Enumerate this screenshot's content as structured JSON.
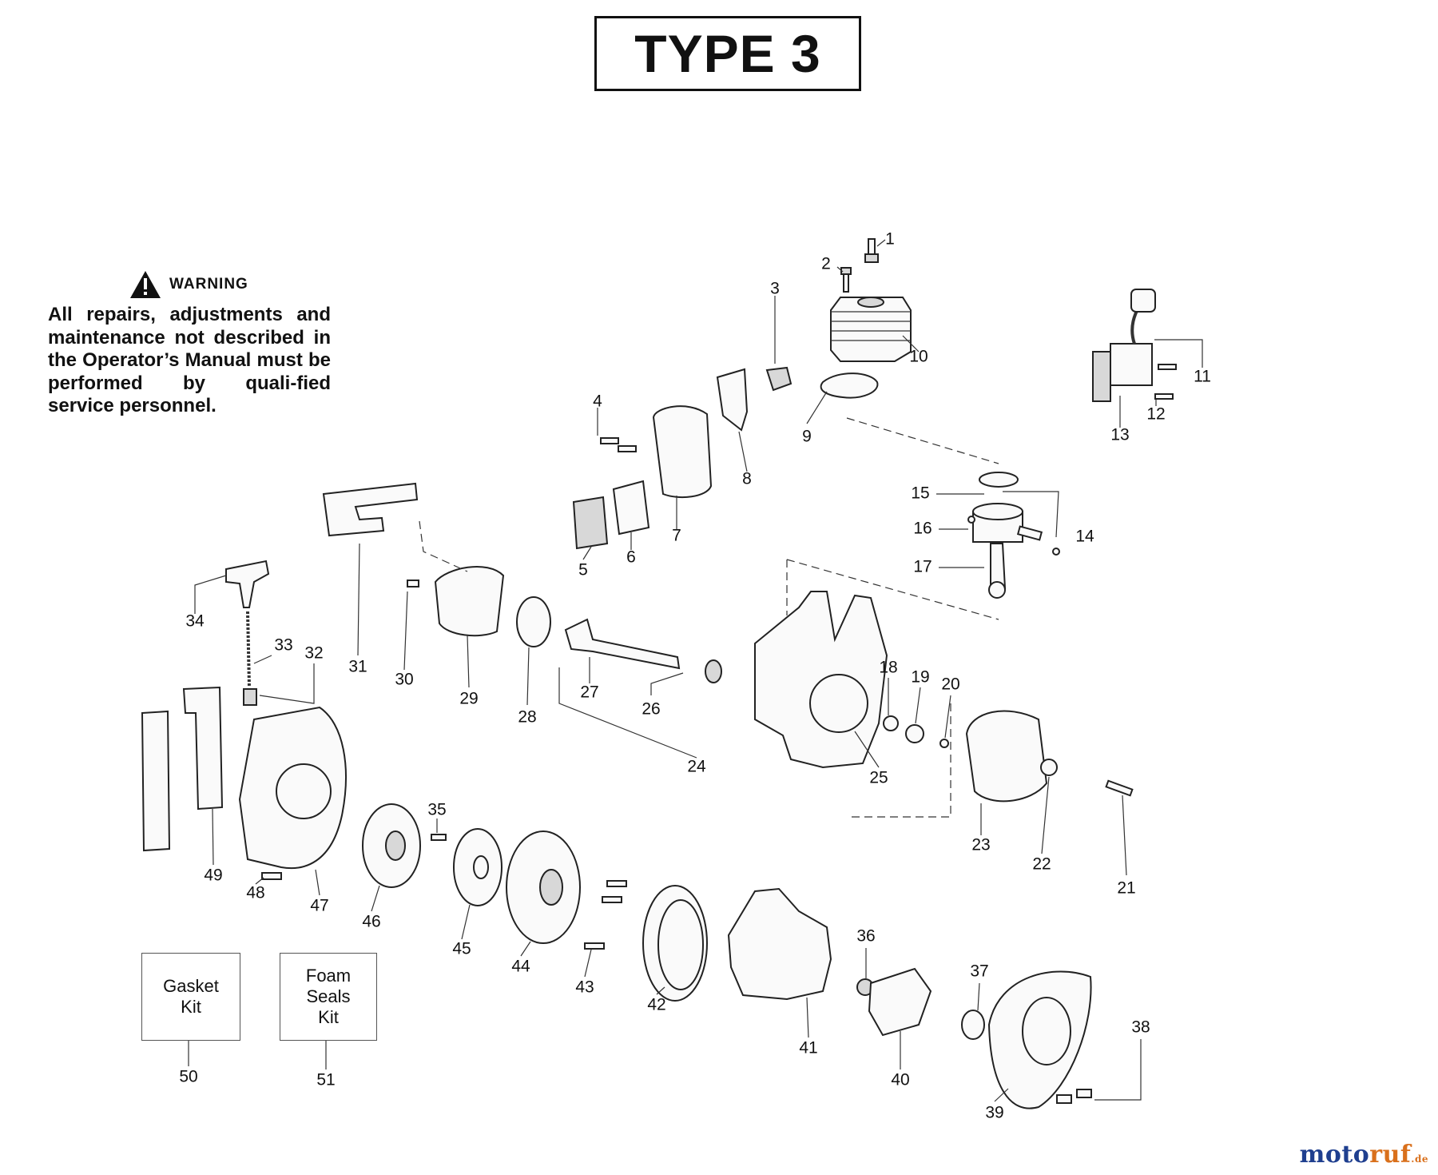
{
  "title": "TYPE 3",
  "warning": {
    "title": "WARNING",
    "icon": "warning-triangle-icon",
    "text": "All repairs, adjustments and maintenance not described in the Operator’s Manual must be performed by quali-fied  service personnel."
  },
  "kits": [
    {
      "lines": [
        "Gasket",
        "Kit"
      ],
      "number": "50"
    },
    {
      "lines": [
        "Foam",
        "Seals",
        "Kit"
      ],
      "number": "51"
    }
  ],
  "callouts": [
    "1",
    "2",
    "3",
    "4",
    "5",
    "6",
    "7",
    "8",
    "9",
    "10",
    "11",
    "12",
    "13",
    "14",
    "15",
    "16",
    "17",
    "18",
    "19",
    "20",
    "21",
    "22",
    "23",
    "24",
    "25",
    "26",
    "27",
    "28",
    "29",
    "30",
    "31",
    "32",
    "33",
    "34",
    "35",
    "36",
    "37",
    "38",
    "39",
    "40",
    "41",
    "42",
    "43",
    "44",
    "45",
    "46",
    "47",
    "48",
    "49"
  ],
  "watermark": {
    "prefix": "moto",
    "suffix": "ruf",
    "tld": ".de",
    "prefix_color": "#1f3f8f",
    "suffix_color": "#d9701c"
  }
}
